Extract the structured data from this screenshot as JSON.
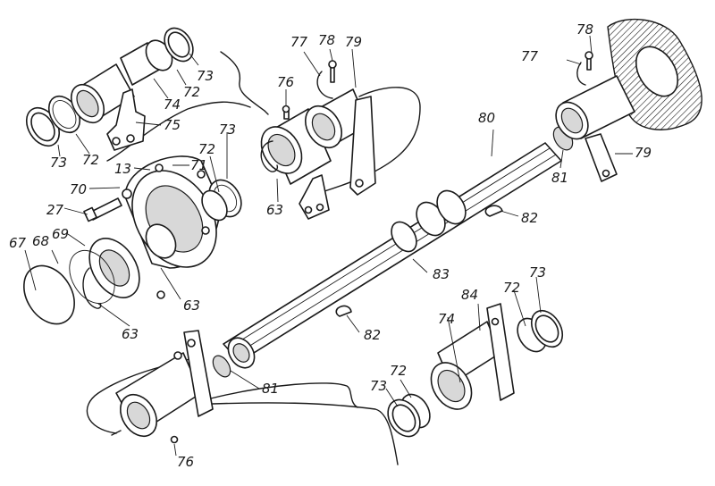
{
  "diagram": {
    "kind": "exploded assembly drawing",
    "ink_color": "#1a1a1a",
    "background_color": "#ffffff",
    "labels": [
      {
        "id": "l73a",
        "text": "73"
      },
      {
        "id": "l72a",
        "text": "72"
      },
      {
        "id": "l74a",
        "text": "74"
      },
      {
        "id": "l73b",
        "text": "73"
      },
      {
        "id": "l72b",
        "text": "72"
      },
      {
        "id": "l75",
        "text": "75"
      },
      {
        "id": "l77a",
        "text": "77"
      },
      {
        "id": "l78a",
        "text": "78"
      },
      {
        "id": "l79a",
        "text": "79"
      },
      {
        "id": "l76a",
        "text": "76"
      },
      {
        "id": "l73c",
        "text": "73"
      },
      {
        "id": "l72c",
        "text": "72"
      },
      {
        "id": "l13",
        "text": "13"
      },
      {
        "id": "l71",
        "text": "71"
      },
      {
        "id": "l70",
        "text": "70"
      },
      {
        "id": "l27",
        "text": "27"
      },
      {
        "id": "l67",
        "text": "67"
      },
      {
        "id": "l68",
        "text": "68"
      },
      {
        "id": "l69",
        "text": "69"
      },
      {
        "id": "l63a",
        "text": "63"
      },
      {
        "id": "l63b",
        "text": "63"
      },
      {
        "id": "l63c",
        "text": "63"
      },
      {
        "id": "l77b",
        "text": "77"
      },
      {
        "id": "l78b",
        "text": "78"
      },
      {
        "id": "l80",
        "text": "80"
      },
      {
        "id": "l81a",
        "text": "81"
      },
      {
        "id": "l79b",
        "text": "79"
      },
      {
        "id": "l82a",
        "text": "82"
      },
      {
        "id": "l83",
        "text": "83"
      },
      {
        "id": "l82b",
        "text": "82"
      },
      {
        "id": "l84",
        "text": "84"
      },
      {
        "id": "l74b",
        "text": "74"
      },
      {
        "id": "l72d",
        "text": "72"
      },
      {
        "id": "l73d",
        "text": "73"
      },
      {
        "id": "l81b",
        "text": "81"
      },
      {
        "id": "l73e",
        "text": "73"
      },
      {
        "id": "l72e",
        "text": "72"
      },
      {
        "id": "l76b",
        "text": "76"
      }
    ]
  }
}
